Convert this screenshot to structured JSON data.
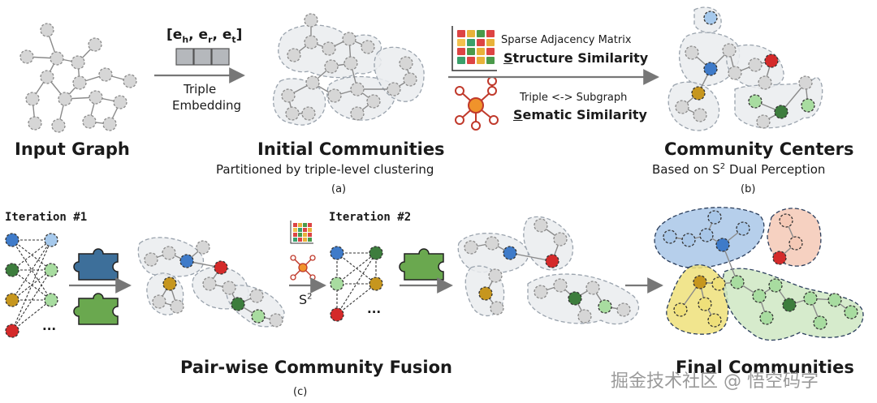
{
  "colors": {
    "node_gray": "#d6d6d6",
    "node_stroke": "#8a8a8a",
    "blue": "#3f7bc9",
    "red": "#d42a2a",
    "ochre": "#c6961e",
    "green_dark": "#3d7d3d",
    "green_light": "#a8dca0",
    "blue_light": "#a6c9ec",
    "blob_gray": "#eaecef",
    "blob_blue": "#a9c7e8",
    "blob_red": "#f5c9b6",
    "blob_yellow": "#efe07a",
    "blob_green": "#cfe7c3",
    "puzzle_blue": "#3d6f9a",
    "puzzle_green": "#6aa84f"
  },
  "panel_a": {
    "input_title": "Input Graph",
    "embed_formula_parts": [
      "[e",
      "h",
      ", e",
      "r",
      ", e",
      "t",
      "]"
    ],
    "embed_label_1": "Triple",
    "embed_label_2": "Embedding",
    "title": "Initial Communities",
    "subtitle": "Partitioned by triple-level clustering",
    "tag": "(a)"
  },
  "panel_b": {
    "matrix_label": "Sparse Adjacency Matrix",
    "structure_first": "S",
    "structure_rest": "tructure Similarity",
    "subgraph_label": "Triple <-> Subgraph",
    "semantic_first": "S",
    "semantic_rest": "ematic Similarity",
    "title": "Community Centers",
    "subtitle_pre": "Based on S",
    "subtitle_sup": "2",
    "subtitle_post": " Dual Perception",
    "tag": "(b)"
  },
  "panel_c": {
    "iteration_1": "Iteration #1",
    "iteration_2": "Iteration #2",
    "s2_base": "S",
    "s2_sup": "2",
    "ellipsis_1": "...",
    "ellipsis_2": "...",
    "title": "Pair-wise Community Fusion",
    "tag": "(c)",
    "final_title": "Final Communities"
  },
  "watermark": "掘金技术社区 @ 悟空码字"
}
